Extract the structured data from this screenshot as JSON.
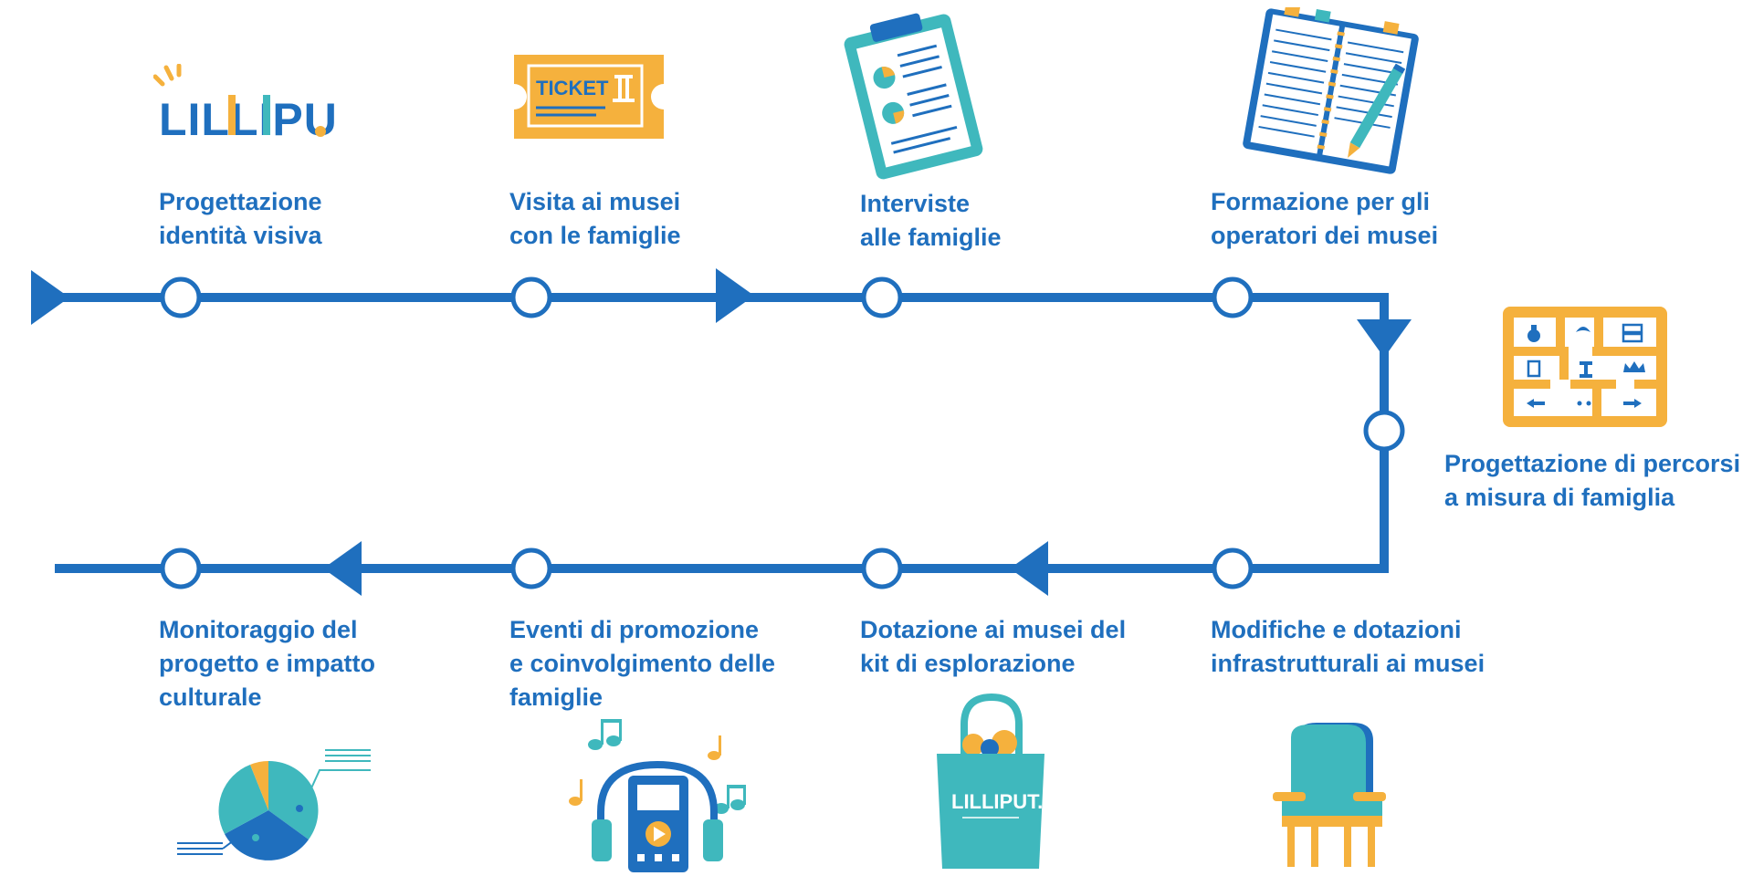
{
  "colors": {
    "primary_blue": "#1f6fbe",
    "teal": "#3fb8bd",
    "orange": "#f5b13d",
    "white": "#ffffff"
  },
  "steps": [
    {
      "line1": "Progettazione",
      "line2": "identità visiva",
      "line3": "",
      "icon": "lilliput-logo-icon"
    },
    {
      "line1": "Visita ai musei",
      "line2": "con le famiglie",
      "line3": "",
      "icon": "ticket-icon"
    },
    {
      "line1": "Interviste",
      "line2": "alle famiglie",
      "line3": "",
      "icon": "clipboard-icon"
    },
    {
      "line1": "Formazione per gli",
      "line2": "operatori dei musei",
      "line3": "",
      "icon": "notebook-icon"
    },
    {
      "line1": "Progettazione di percorsi",
      "line2": "a misura di famiglia",
      "line3": "",
      "icon": "museum-map-icon"
    },
    {
      "line1": "Modifiche e dotazioni",
      "line2": "infrastrutturali ai musei",
      "line3": "",
      "icon": "armchair-icon"
    },
    {
      "line1": "Dotazione ai musei del",
      "line2": "kit di esplorazione",
      "line3": "",
      "icon": "tote-bag-icon"
    },
    {
      "line1": "Eventi di promozione",
      "line2": "e coinvolgimento delle",
      "line3": "famiglie",
      "icon": "music-player-icon"
    },
    {
      "line1": "Monitoraggio del",
      "line2": "progetto e impatto",
      "line3": "culturale",
      "icon": "pie-chart-icon"
    }
  ],
  "logo_text": "LILLIPUT.",
  "ticket_text": "TICKET",
  "bag_logo_text": "LILLIPUT."
}
